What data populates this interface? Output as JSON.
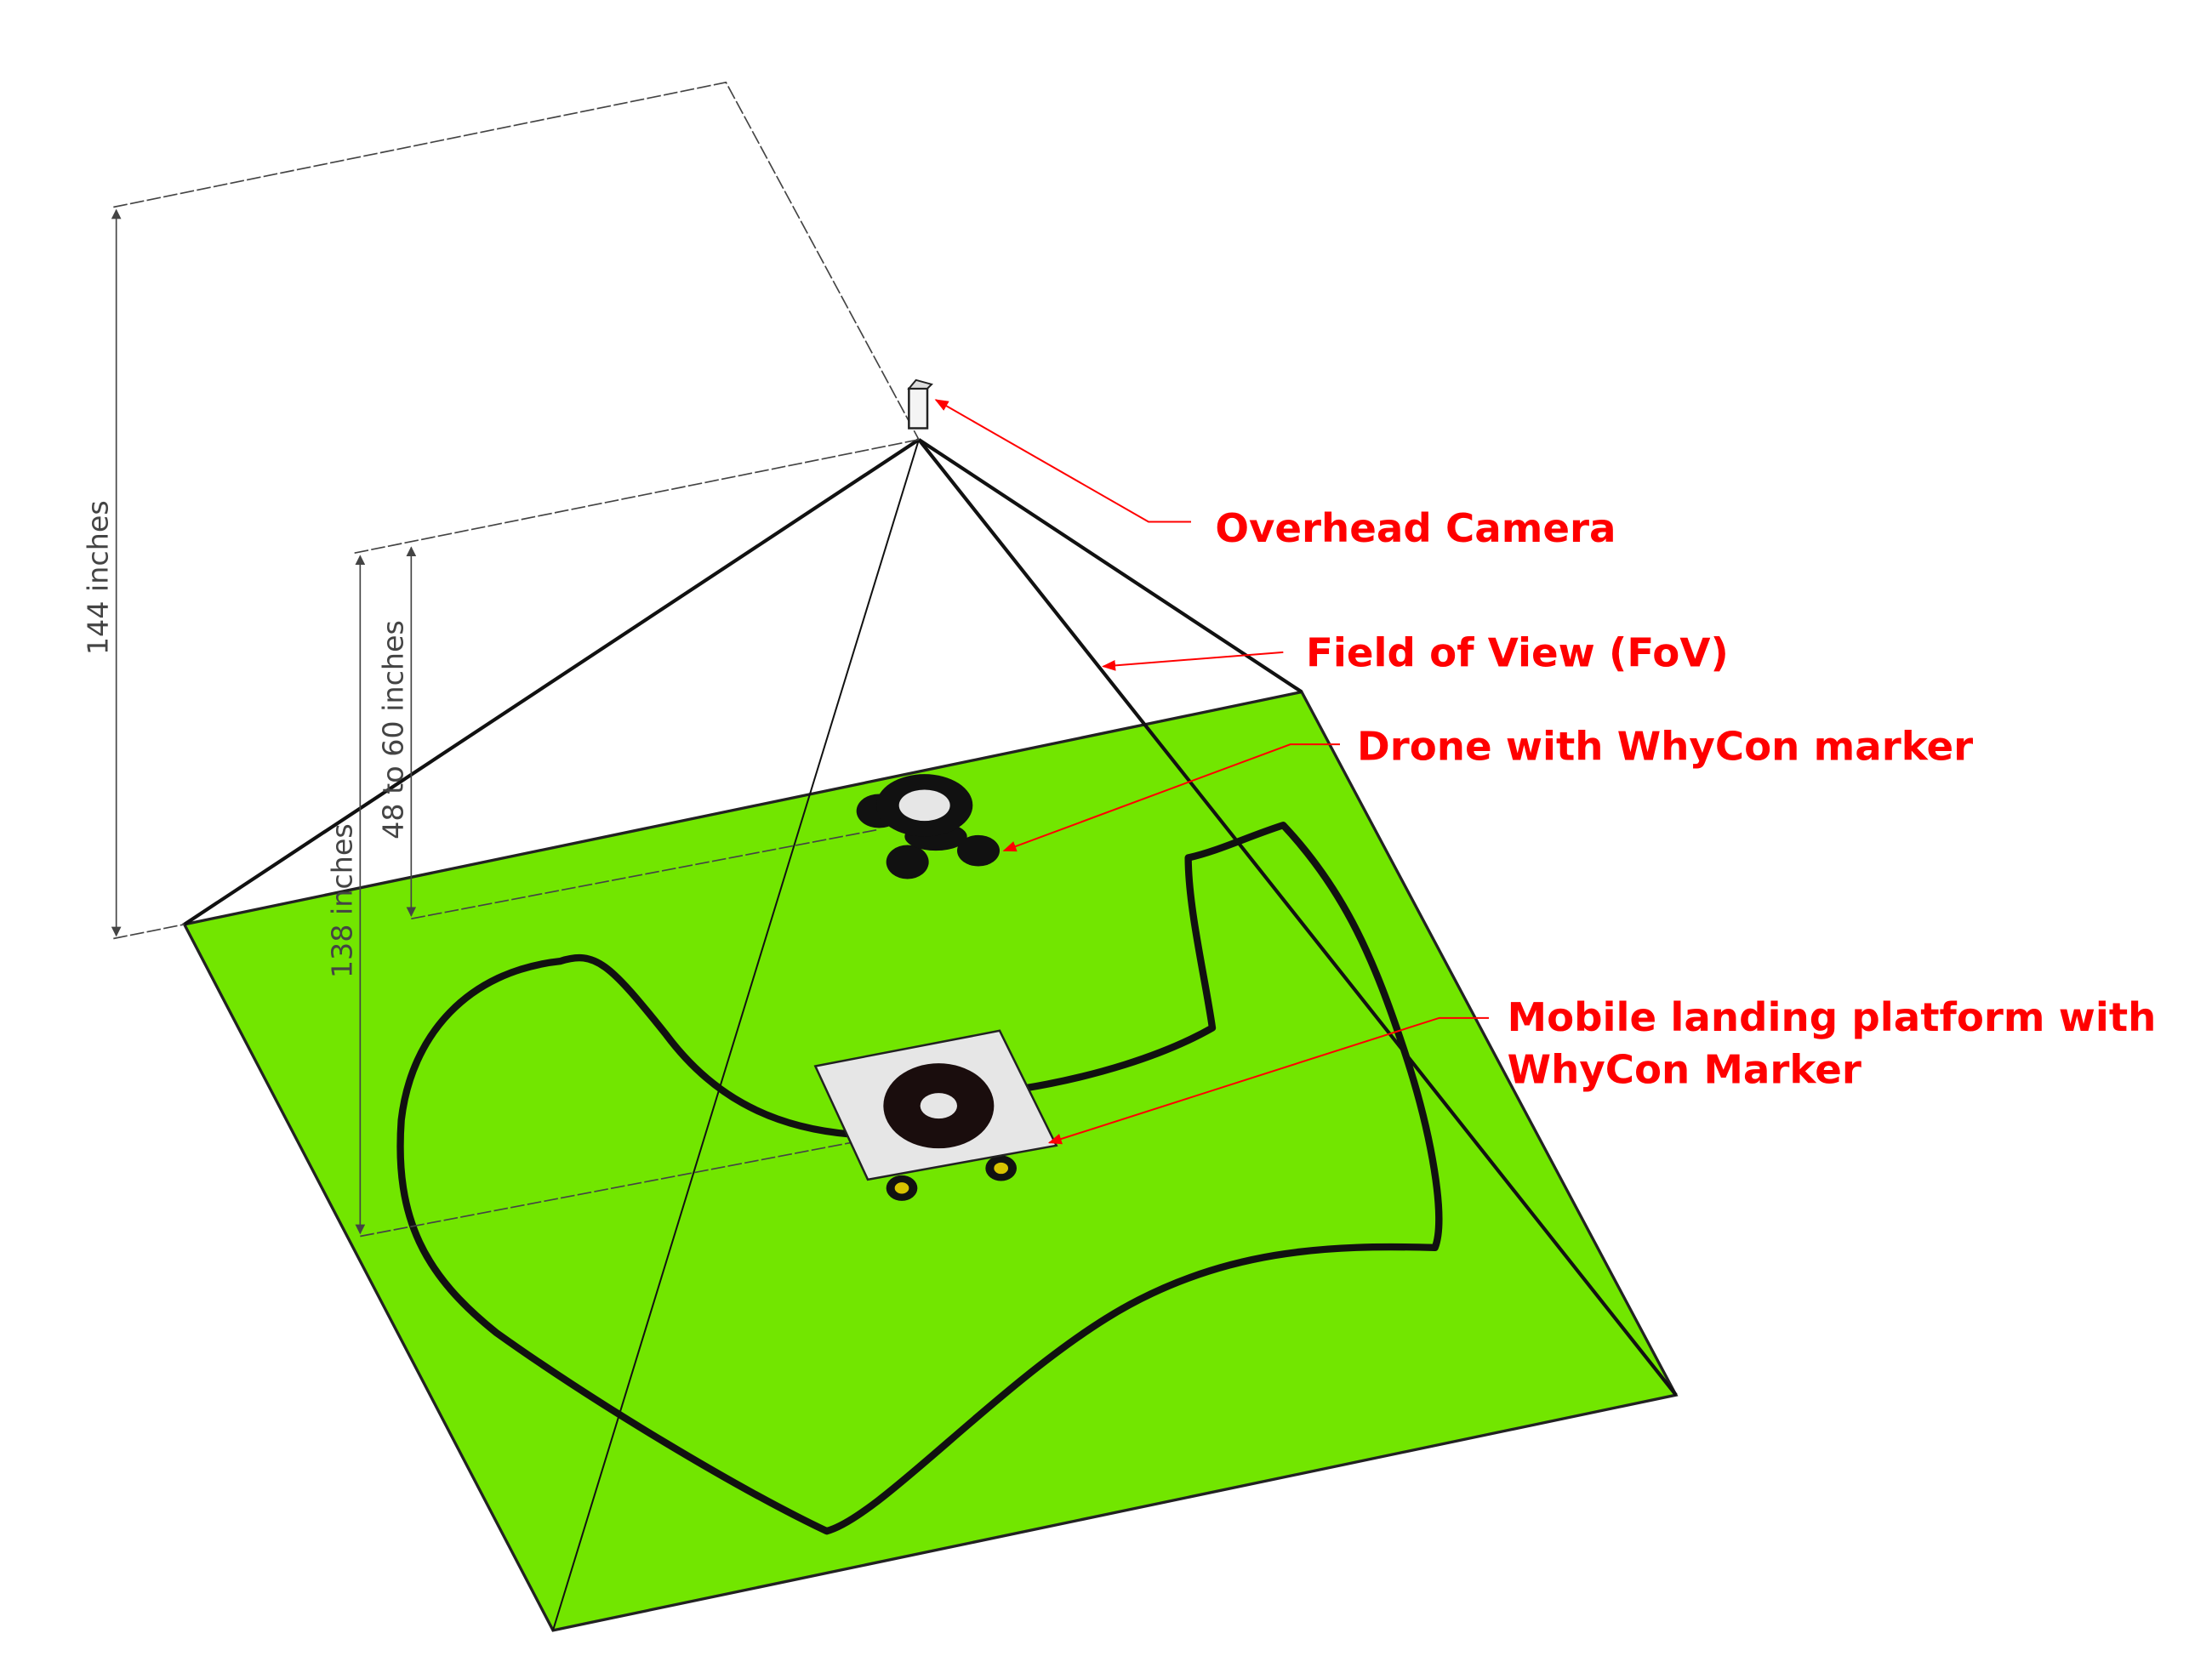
{
  "colors": {
    "ground": "#72e600",
    "label": "#ff0000",
    "dimension": "#444444",
    "track": "#111111",
    "platform": "#e6e6e6"
  },
  "labels": {
    "camera": "Overhead Camera",
    "fov": "Field of View (FoV)",
    "drone": "Drone with WhyCon marker",
    "platform_line1": "Mobile landing platform with",
    "platform_line2": "WhyCon Marker"
  },
  "dimensions": {
    "camera_height": "144 inches",
    "platform_height": "138 inches",
    "drone_height": "48 to 60 inches"
  }
}
